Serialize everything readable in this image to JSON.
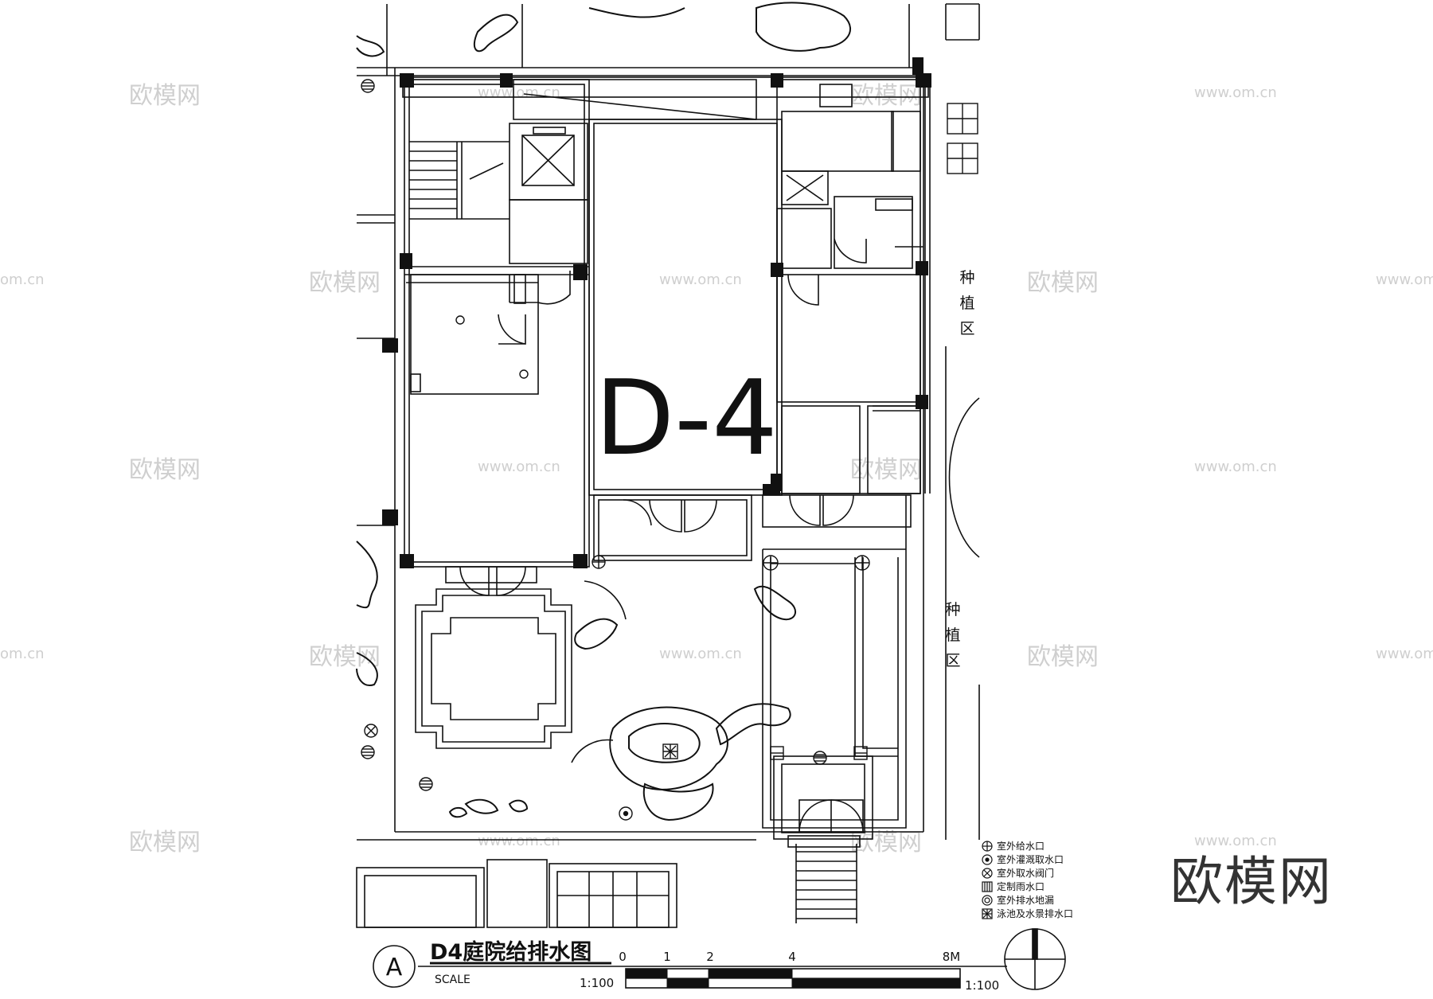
{
  "plan": {
    "block_label": "D-4",
    "planting_zone_1": [
      "种",
      "植",
      "区"
    ],
    "planting_zone_2": [
      "种",
      "植",
      "区"
    ]
  },
  "title_block": {
    "circle_letter": "A",
    "title": "D4庭院给排水图",
    "scale_word": "SCALE",
    "ratio_left": "1:100",
    "ratio_right": "1:100",
    "scale_ticks": [
      "0",
      "1",
      "2",
      "4",
      "8M"
    ]
  },
  "legend": {
    "items": [
      {
        "icon": "outdoor-water-supply-icon",
        "label": "室外给水口"
      },
      {
        "icon": "irrigation-outlet-icon",
        "label": "室外灌溉取水口"
      },
      {
        "icon": "water-valve-icon",
        "label": "室外取水阀门"
      },
      {
        "icon": "rain-outlet-icon",
        "label": "定制雨水口"
      },
      {
        "icon": "floor-drain-icon",
        "label": "室外排水地漏"
      },
      {
        "icon": "pool-drain-icon",
        "label": "泳池及水景排水口"
      }
    ]
  },
  "watermarks": {
    "brand": "欧模网",
    "url": "www.om.cn",
    "url_short": "om.cn"
  },
  "colors": {
    "line": "#111111",
    "watermark": "#cfcfcf"
  }
}
